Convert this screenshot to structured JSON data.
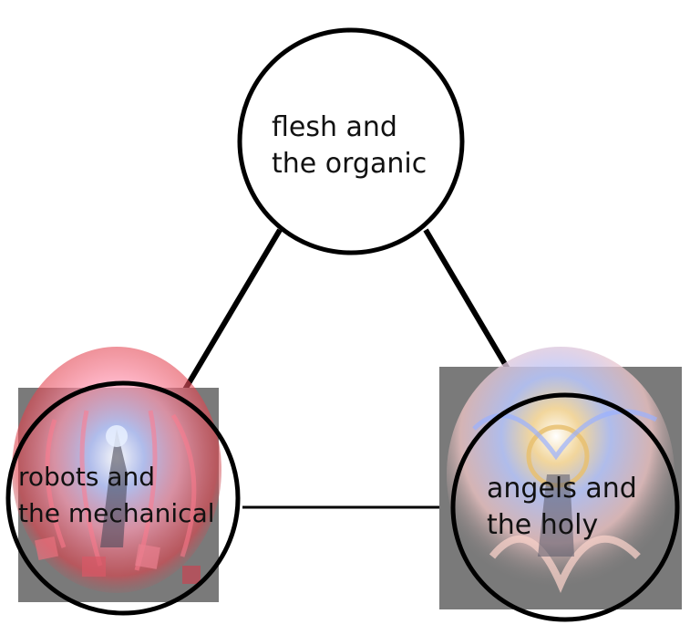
{
  "nodes": [
    {
      "id": "flesh",
      "lines": [
        "flesh and",
        "the organic"
      ],
      "has_image": false
    },
    {
      "id": "robots",
      "lines": [
        "robots and",
        "the mechanical"
      ],
      "has_image": true
    },
    {
      "id": "angels",
      "lines": [
        "angels and",
        "the holy"
      ],
      "has_image": true
    }
  ],
  "colors": {
    "stroke": "#000000",
    "image_bg": "#7a7a7a",
    "glow_blue": "#b9c8ff",
    "glow_pink": "#ff9ab4",
    "glow_red": "#e0404a",
    "glow_gold": "#ffe0a0"
  }
}
